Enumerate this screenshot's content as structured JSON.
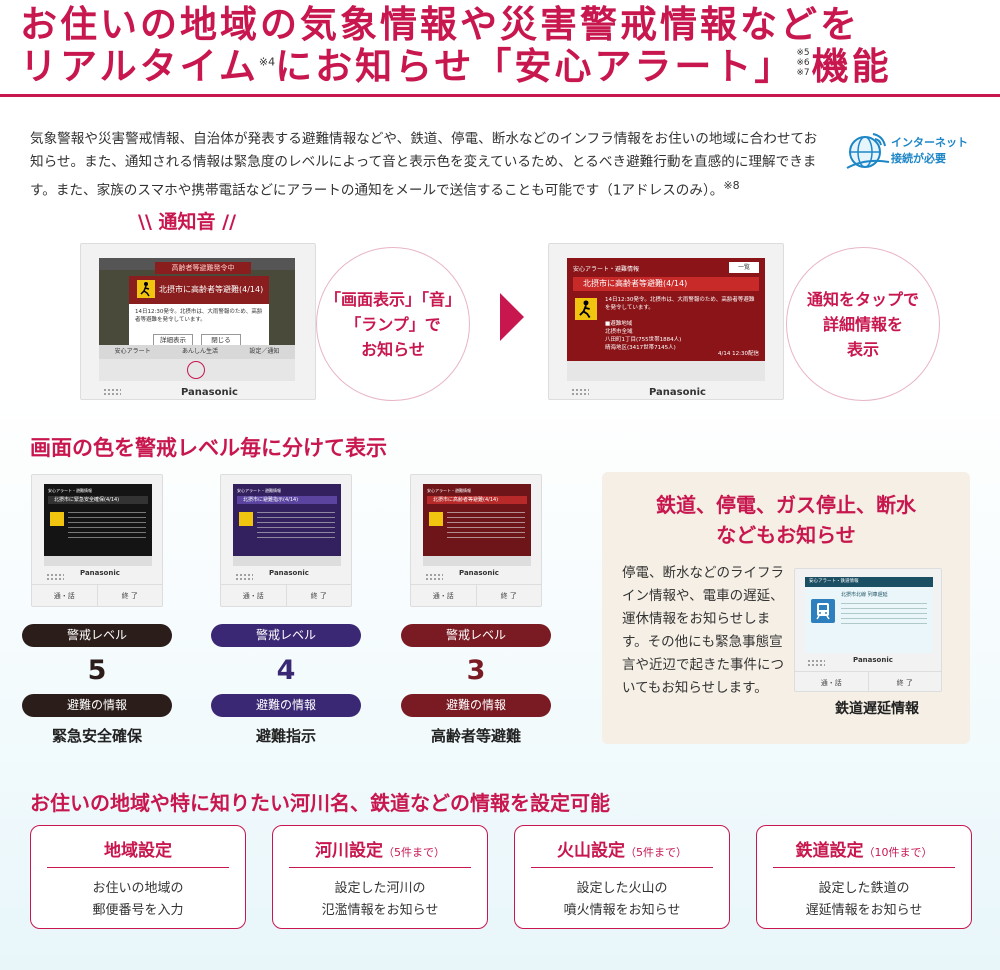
{
  "header": {
    "line1": "お住いの地域の気象情報や災害警戒情報などを",
    "line2_a": "リアルタイム",
    "line2_sup": "※4",
    "line2_b": "にお知らせ「安心アラート」",
    "line2_sup_stack": [
      "※5",
      "※6",
      "※7"
    ],
    "line2_c": "機能"
  },
  "intro": {
    "text": "気象警報や災害警戒情報、自治体が発表する避難情報などや、鉄道、停電、断水などのインフラ情報をお住いの地域に合わせてお知らせ。また、通知される情報は緊急度のレベルによって音と表示色を変えているため、とるべき避難行動を直感的に理解できます。また、家族のスマホや携帯電話などにアラートの通知をメールで送信することも可能です（1アドレスのみ）。",
    "note": "※8"
  },
  "net_badge": {
    "line1": "インターネット",
    "line2": "接続が必要"
  },
  "notify": {
    "sound_label": "通知音",
    "circle1": [
      "「画面表示」「音」",
      "「ランプ」で",
      "お知らせ"
    ],
    "circle2": [
      "通知をタップで",
      "詳細情報を",
      "表示"
    ],
    "screen1": {
      "top_bar": "高齢者等避難発令中",
      "title": "北摂市に高齢者等避難(4/14)",
      "body": "14日12:30発令。北摂市は、大雨警報のため、高齢者等避難を発令しています。",
      "btn_detail": "詳細表示",
      "btn_close": "閉じる",
      "footer_left": "安心アラート",
      "footer_mid": "あんしん生活",
      "footer_right": "設定／通知"
    },
    "screen2": {
      "header": "安心アラート・避難情報",
      "btn": "一覧",
      "title": "北摂市に高齢者等避難(4/14)",
      "body": "14日12:30発令。北摂市は、大雨警報のため、高齢者等避難を発令しています。",
      "list": [
        "■避難地域",
        "北摂市全域",
        "八田町1丁目(755世帯1884人)",
        "晴海地区(3417世帯7145人)"
      ],
      "time": "4/14 12:30配信"
    },
    "brand": "Panasonic"
  },
  "levels": {
    "title": "画面の色を警戒レベル毎に分けて表示",
    "level_label": "警戒レベル",
    "info_label": "避難の情報",
    "items": [
      {
        "num": "5",
        "info": "緊急安全確保",
        "color": "#2b1e1a",
        "screen": "#141414",
        "header": "安心アラート・避難情報",
        "title": "北摂市に緊急安全確保(4/14)"
      },
      {
        "num": "4",
        "info": "避難指示",
        "color": "#3b2874",
        "screen": "#32205f",
        "header": "安心アラート・避難情報",
        "title": "北摂市に避難指示(4/14)"
      },
      {
        "num": "3",
        "info": "高齢者等避難",
        "color": "#7a1a22",
        "screen": "#6e1519",
        "header": "安心アラート・避難情報",
        "title": "北摂市に高齢者等避難(4/14)"
      }
    ],
    "btn_left": "通・話",
    "btn_right": "終 了"
  },
  "infra": {
    "title_line1": "鉄道、停電、ガス停止、断水",
    "title_line2": "などもお知らせ",
    "body": "停電、断水などのライフライン情報や、電車の遅延、運休情報をお知らせします。その他にも緊急事態宣言や近辺で起きた事件についてもお知らせします。",
    "caption": "鉄道遅延情報",
    "screen_header": "安心アラート・鉄道情報",
    "screen_title": "北摂市北線 列車遅延"
  },
  "settings": {
    "title": "お住いの地域や特に知りたい河川名、鉄道などの情報を設定可能",
    "items": [
      {
        "name": "地域設定",
        "limit": "",
        "desc1": "お住いの地域の",
        "desc2": "郵便番号を入力"
      },
      {
        "name": "河川設定",
        "limit": "（5件まで）",
        "desc1": "設定した河川の",
        "desc2": "氾濫情報をお知らせ"
      },
      {
        "name": "火山設定",
        "limit": "（5件まで）",
        "desc1": "設定した火山の",
        "desc2": "噴火情報をお知らせ"
      },
      {
        "name": "鉄道設定",
        "limit": "（10件まで）",
        "desc1": "設定した鉄道の",
        "desc2": "遅延情報をお知らせ"
      }
    ]
  },
  "colors": {
    "accent": "#c8174f",
    "infra_bg": "#f5efe5"
  },
  "icons": {
    "net": "globe-wifi-icon",
    "train": "train-icon",
    "person": "evacuation-icon"
  }
}
